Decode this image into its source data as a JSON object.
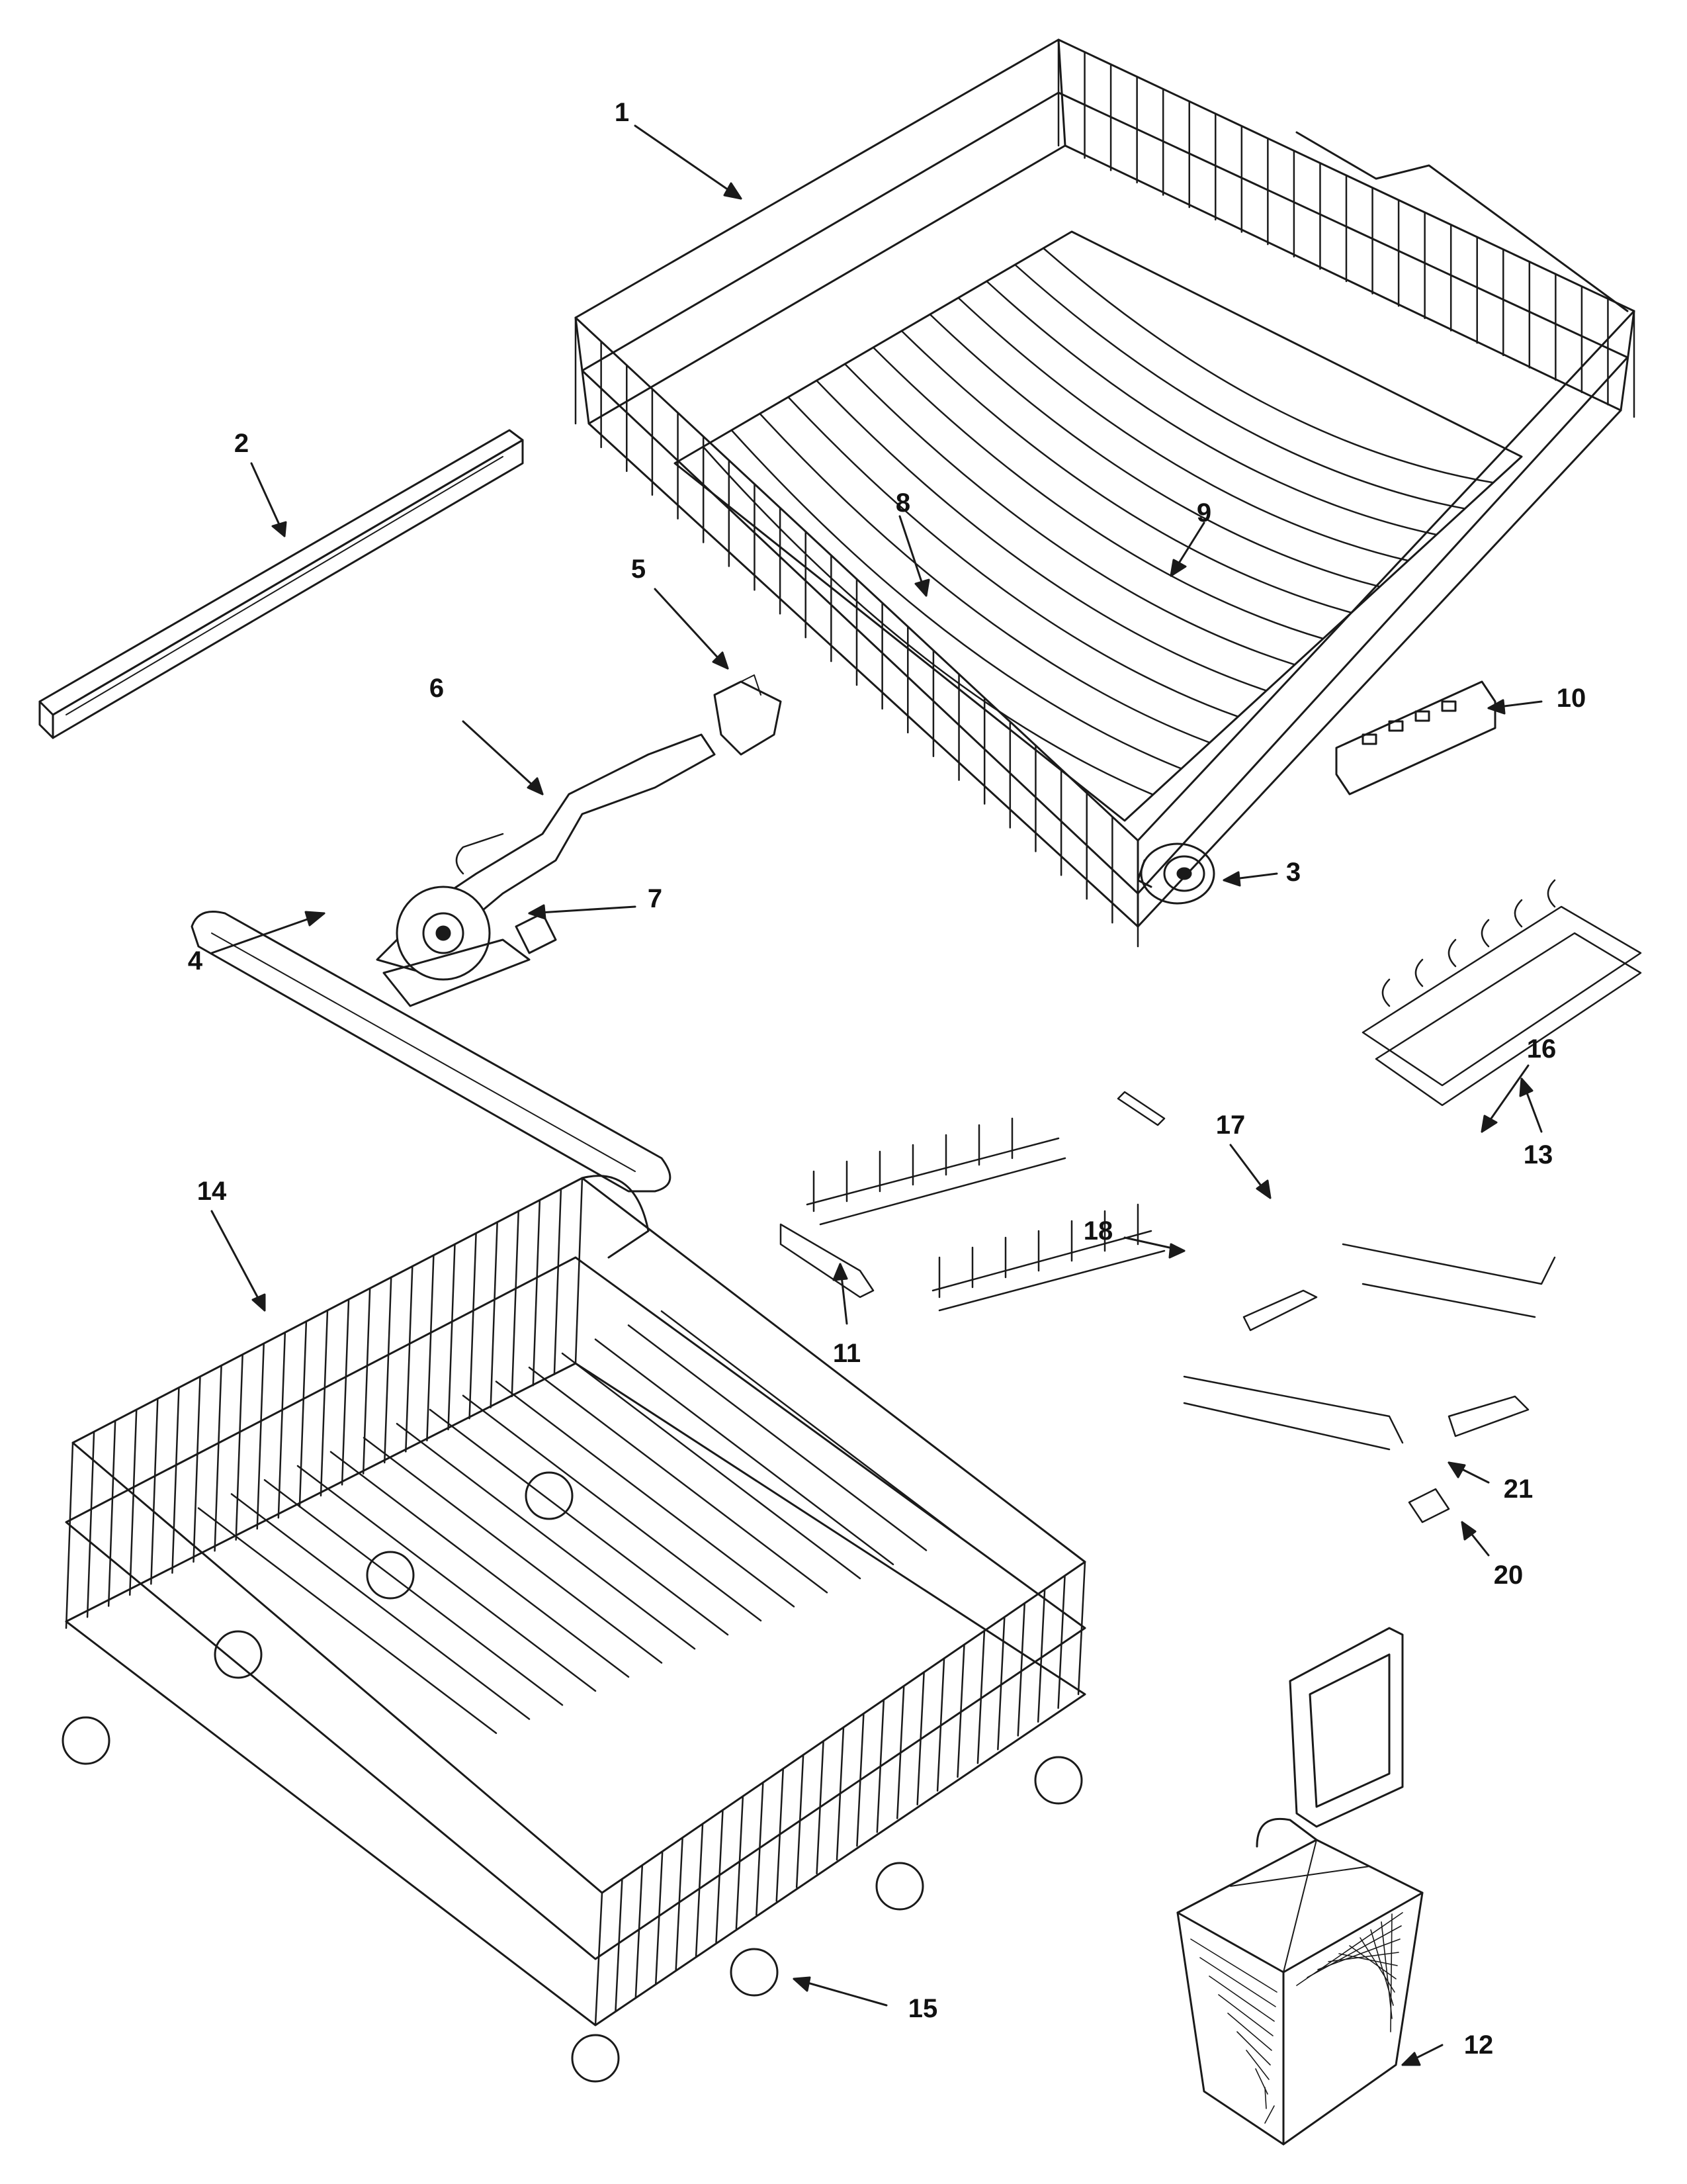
{
  "callouts": {
    "c1": "1",
    "c2": "2",
    "c3": "3",
    "c4": "4",
    "c5": "5",
    "c6": "6",
    "c7": "7",
    "c8": "8",
    "c9": "9",
    "c10": "10",
    "c11": "11",
    "c12": "12",
    "c13": "13",
    "c14": "14",
    "c15": "15",
    "c16": "16",
    "c17": "17",
    "c18": "18",
    "c20": "20",
    "c21": "21"
  },
  "colors": {
    "line": "#1a1a1a",
    "fill": "#ffffff"
  }
}
